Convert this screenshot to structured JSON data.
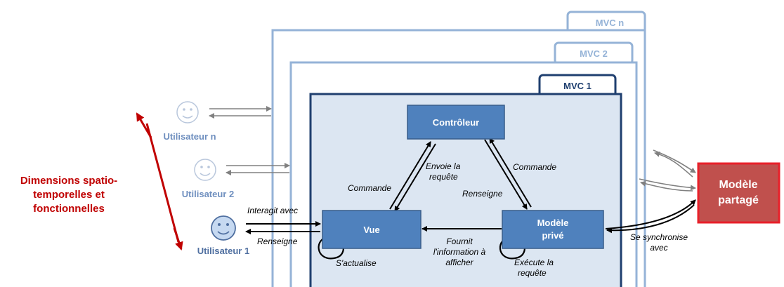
{
  "tabs": {
    "mvc_n": "MVC n",
    "mvc_2": "MVC 2",
    "mvc_1": "MVC 1"
  },
  "users": [
    {
      "id": "n",
      "label": "Utilisateur n"
    },
    {
      "id": "2",
      "label": "Utilisateur 2"
    },
    {
      "id": "1",
      "label": "Utilisateur 1"
    }
  ],
  "dimensions_label": [
    "Dimensions spatio-",
    "temporelles et",
    "fonctionnelles"
  ],
  "boxes": {
    "controleur": "Contrôleur",
    "vue": "Vue",
    "modele_prive": [
      "Modèle",
      "privé"
    ],
    "modele_partage": [
      "Modèle",
      "partagé"
    ]
  },
  "edge_labels": {
    "commande_left": "Commande",
    "envoie": [
      "Envoie la",
      "requête"
    ],
    "commande_right": "Commande",
    "renseigne_right": "Renseigne",
    "interagit": "Interagit avec",
    "renseigne_left": "Renseigne",
    "fournit": [
      "Fournit",
      "l'information à",
      "afficher"
    ],
    "s_actualise": "S'actualise",
    "execute": [
      "Exécute la",
      "requête"
    ],
    "synchronise": [
      "Se synchronise",
      "avec"
    ]
  },
  "colors": {
    "box_fill": "#4f81bd",
    "box_stroke": "#385d8a",
    "frame_light": "#95b3d7",
    "frame_dark": "#1f3f6f",
    "panel_fill": "#dce6f2",
    "red": "#c00000",
    "user_text": "#4f6fa0",
    "partage_fill": "#c0504d",
    "partage_stroke": "#e8202a"
  }
}
